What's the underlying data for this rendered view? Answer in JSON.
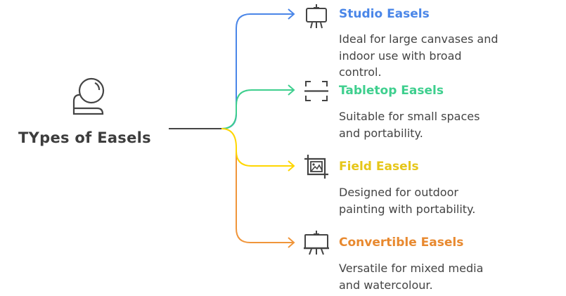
{
  "hub": {
    "title": "TYpes of Easels",
    "icon": "desk-lamp-icon"
  },
  "items": [
    {
      "title": "Studio Easels",
      "description_lines": [
        "Ideal for large canvases and",
        "indoor use with broad",
        "control."
      ],
      "color": "#4a86e8",
      "icon": "studio-easel-icon"
    },
    {
      "title": "Tabletop Easels",
      "description_lines": [
        "Suitable for small spaces",
        "and portability."
      ],
      "color": "#3ecf8e",
      "icon": "scan-frame-icon"
    },
    {
      "title": "Field Easels",
      "description_lines": [
        "Designed for outdoor",
        "painting with portability."
      ],
      "color": "#e6c619",
      "icon": "crop-image-icon"
    },
    {
      "title": "Convertible Easels",
      "description_lines": [
        "Versatile for mixed media",
        "and watercolour."
      ],
      "color": "#e8892f",
      "icon": "presentation-easel-icon"
    }
  ],
  "colors": {
    "hub_line": "#444444",
    "blue": "#4a86e8",
    "green": "#3ecf8e",
    "yellow": "#ffd600",
    "orange": "#f0953a"
  }
}
